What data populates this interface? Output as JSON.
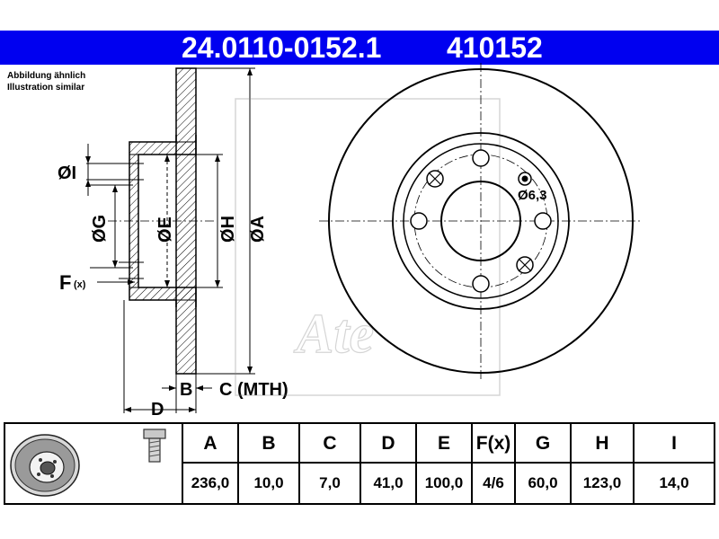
{
  "header": {
    "part_number": "24.0110-0152.1",
    "code": "410152"
  },
  "note": {
    "line1": "Abbildung ähnlich",
    "line2": "Illustration similar"
  },
  "colors": {
    "header_bg": "#0000f0",
    "header_text": "#ffffff"
  },
  "drawing_labels": {
    "dia_i": "ØI",
    "dia_g": "ØG",
    "dia_e": "ØE",
    "dia_h": "ØH",
    "dia_a": "ØA",
    "f": "F",
    "f_x": "(x)",
    "b": "B",
    "c_mth": "C (MTH)",
    "d": "D",
    "bolt_hole": "Ø6,3",
    "watermark": "Ate"
  },
  "table": {
    "headers": [
      "A",
      "B",
      "C",
      "D",
      "E",
      "F(x)",
      "G",
      "H",
      "I"
    ],
    "values": [
      "236,0",
      "10,0",
      "7,0",
      "41,0",
      "100,0",
      "4/6",
      "60,0",
      "123,0",
      "14,0"
    ]
  },
  "icons": [
    "brake-disc-icon",
    "bolt-icon"
  ]
}
